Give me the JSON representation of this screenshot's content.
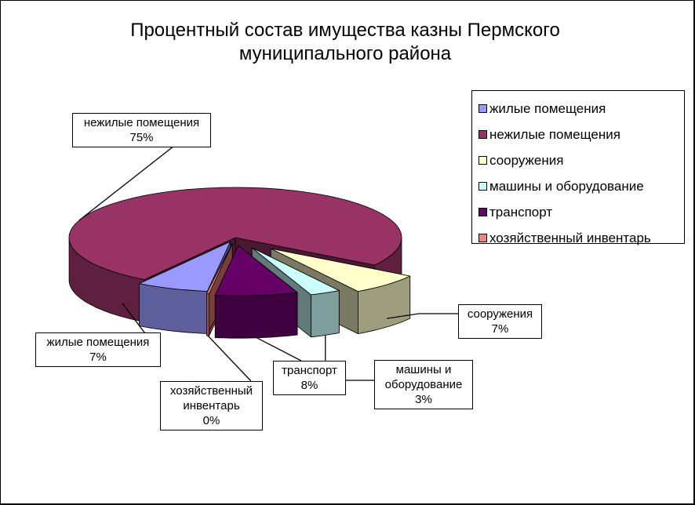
{
  "chart_data": {
    "type": "pie",
    "title": "Процентный состав имущества казны Пермского муниципального района",
    "title_lines": [
      "Процентный состав имущества казны Пермского",
      "муниципального района"
    ],
    "legend_position": "right",
    "categories": [
      "жилые помещения",
      "нежилые помещения",
      "сооружения",
      "машины и оборудование",
      "транспорт",
      "хозяйственный инвентарь"
    ],
    "values": [
      7,
      75,
      7,
      3,
      8,
      0
    ],
    "value_unit": "%",
    "colors": [
      "#9999ff",
      "#993366",
      "#ffffcc",
      "#ccffff",
      "#660066",
      "#ff8080"
    ],
    "data_labels": [
      {
        "lines": [
          "жилые помещения",
          "7%"
        ]
      },
      {
        "lines": [
          "нежилые помещения",
          "75%"
        ]
      },
      {
        "lines": [
          "сооружения",
          "7%"
        ]
      },
      {
        "lines": [
          "машины и",
          "оборудование",
          "3%"
        ]
      },
      {
        "lines": [
          "транспорт",
          "8%"
        ]
      },
      {
        "lines": [
          "хозяйственный",
          "инвентарь",
          "0%"
        ]
      }
    ]
  }
}
